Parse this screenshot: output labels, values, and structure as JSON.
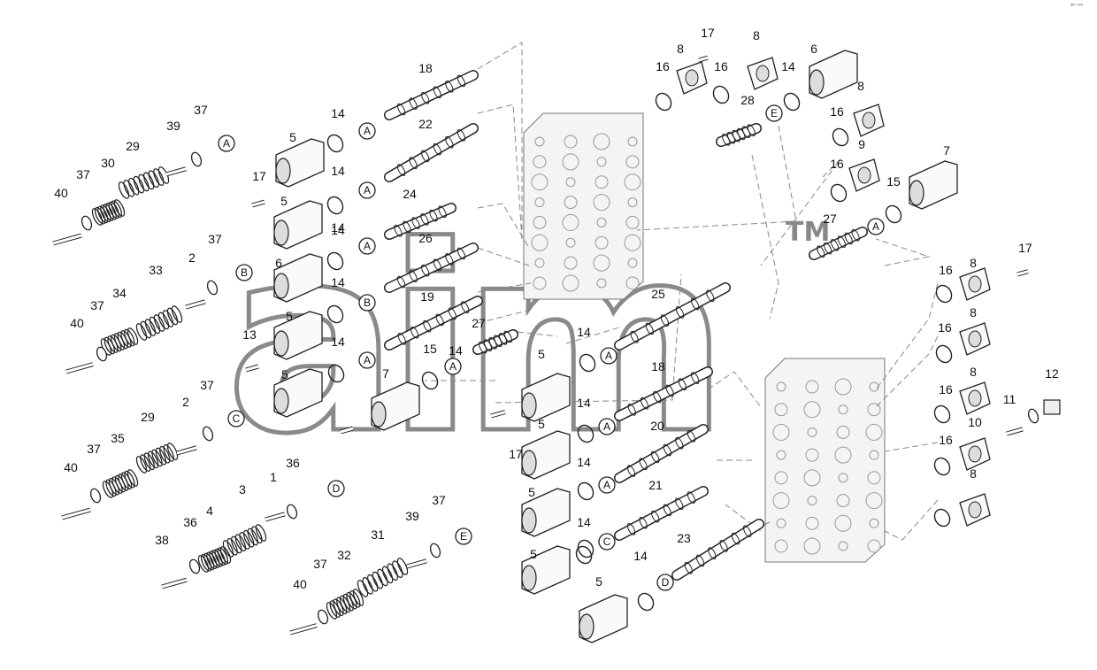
{
  "corner_code": "ᵃᵐ ᵒᵒᵒ",
  "watermark": {
    "text": "aim",
    "tm": "TM"
  },
  "circle_letters": [
    "A",
    "A",
    "A",
    "B",
    "A",
    "A",
    "B",
    "C",
    "D",
    "E",
    "A",
    "A",
    "C",
    "D",
    "E",
    "A",
    "A",
    "A",
    "A"
  ],
  "numbers": [
    "18",
    "14",
    "22",
    "5",
    "14",
    "14",
    "17",
    "5",
    "24",
    "14",
    "26",
    "6",
    "14",
    "19",
    "5",
    "14",
    "27",
    "15",
    "7",
    "13",
    "5",
    "14",
    "37",
    "39",
    "29",
    "30",
    "37",
    "40",
    "37",
    "33",
    "34",
    "37",
    "2",
    "40",
    "37",
    "2",
    "29",
    "35",
    "37",
    "40",
    "36",
    "1",
    "3",
    "4",
    "36",
    "38",
    "39",
    "37",
    "31",
    "32",
    "37",
    "40",
    "17",
    "8",
    "8",
    "16",
    "16",
    "6",
    "14",
    "28",
    "8",
    "16",
    "9",
    "16",
    "15",
    "7",
    "27",
    "16",
    "8",
    "17",
    "16",
    "8",
    "16",
    "8",
    "11",
    "12",
    "10",
    "16",
    "8",
    "25",
    "14",
    "5",
    "18",
    "14",
    "17",
    "5",
    "20",
    "14",
    "5",
    "21",
    "14",
    "5",
    "23",
    "14",
    "5"
  ]
}
